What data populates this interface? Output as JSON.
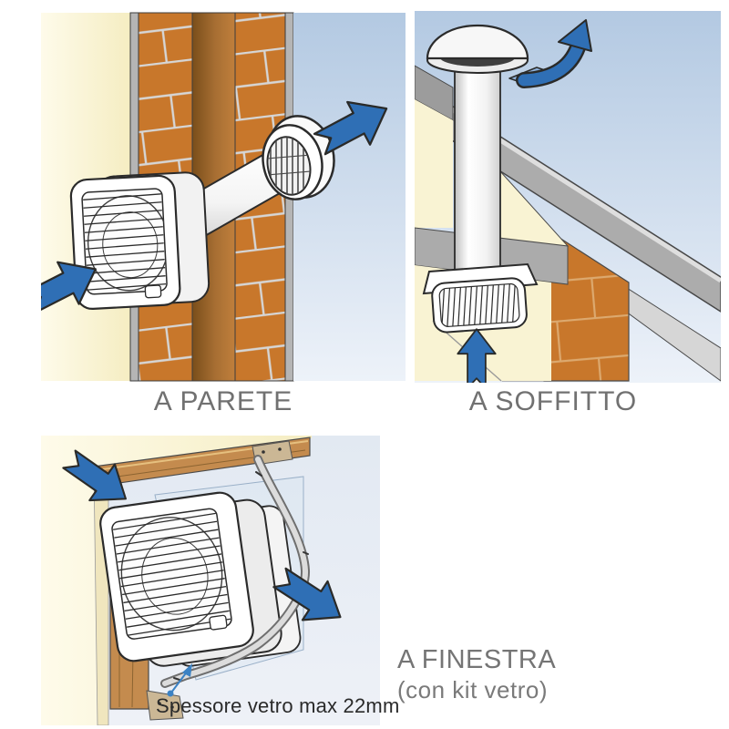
{
  "captions": {
    "parete": "A PARETE",
    "soffitto": "A SOFFITTO",
    "finestra": "A FINESTRA",
    "finestra_sub": "(con kit vetro)"
  },
  "annotations": {
    "glass_thickness": "Spessore vetro max 22mm"
  },
  "colors": {
    "arrow_blue": "#2F6FB5",
    "arrow_outline": "#2a2a28",
    "brick_orange": "#C8772B",
    "mortar_gray": "#D6D6D6",
    "wall_cream": "#FBF6DC",
    "sky_blue_top": "#B3C9E2",
    "sky_blue_bottom": "#EDF2F9",
    "roof_gray": "#ACACAC",
    "wood_brown": "#C48B4E",
    "caption_gray": "#717171",
    "annotation_dark": "#2A2A2A",
    "fan_white": "#FFFFFF"
  },
  "icons": {
    "airflow_arrow": "➔",
    "curved_exhaust_arrow": "⤴",
    "annotation_pointer": "↗"
  },
  "diagram": {
    "parete_airflow": [
      "inlet-lower-left",
      "outlet-upper-right"
    ],
    "soffitto_airflow": [
      "inlet-bottom-up",
      "exhaust-roof-cap"
    ],
    "finestra_airflow": [
      "inlet-upper-left",
      "outlet-lower-right"
    ]
  }
}
